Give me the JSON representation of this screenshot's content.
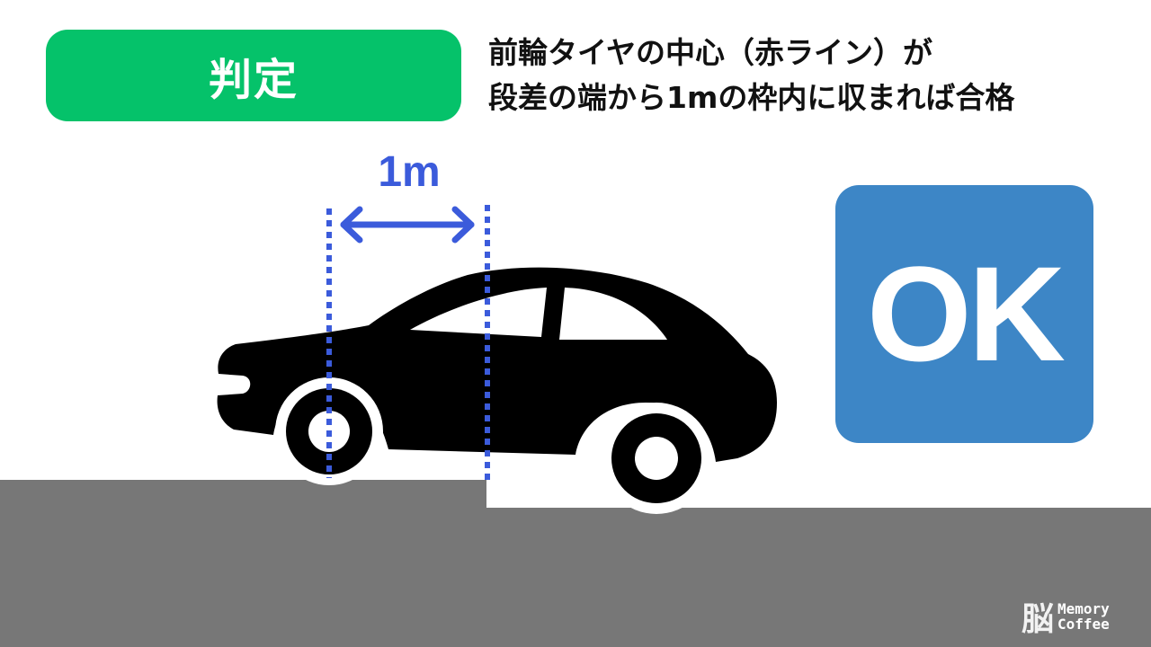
{
  "badge": {
    "label": "判定"
  },
  "description": {
    "line1": "前輪タイヤの中心（赤ライン）が",
    "line2": "段差の端から1mの枠内に収まれば合格"
  },
  "distance_label": "1m",
  "result": {
    "label": "OK"
  },
  "logo": {
    "glyph": "脳",
    "line1": "Memory",
    "line2": "Coffee"
  },
  "colors": {
    "badge_green": "#05c26a",
    "measure_blue": "#3b5bdb",
    "ok_blue": "#3d86c6",
    "ground_gray": "#777777",
    "car_black": "#000000"
  },
  "icons": {
    "car": "car-icon",
    "arrow": "double-arrow-icon"
  }
}
